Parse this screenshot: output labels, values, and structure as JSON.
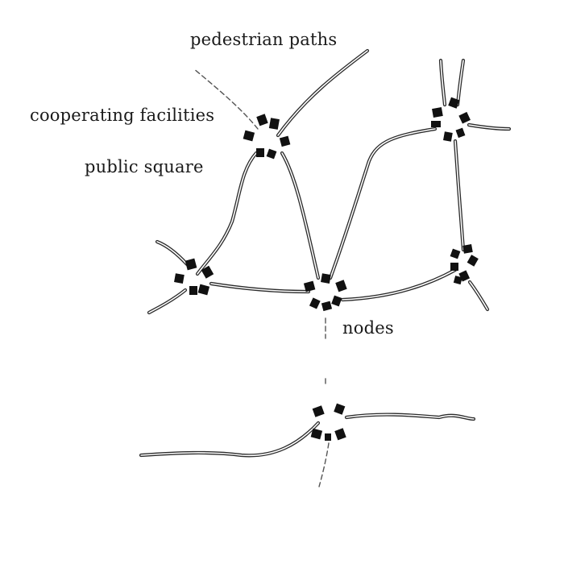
{
  "labels": {
    "pedestrian_paths": "pedestrian paths",
    "cooperating_facilities": "cooperating facilities",
    "public_square": "public square",
    "nodes": "nodes"
  },
  "colors": {
    "ink": "#111111",
    "background": "#ffffff"
  }
}
